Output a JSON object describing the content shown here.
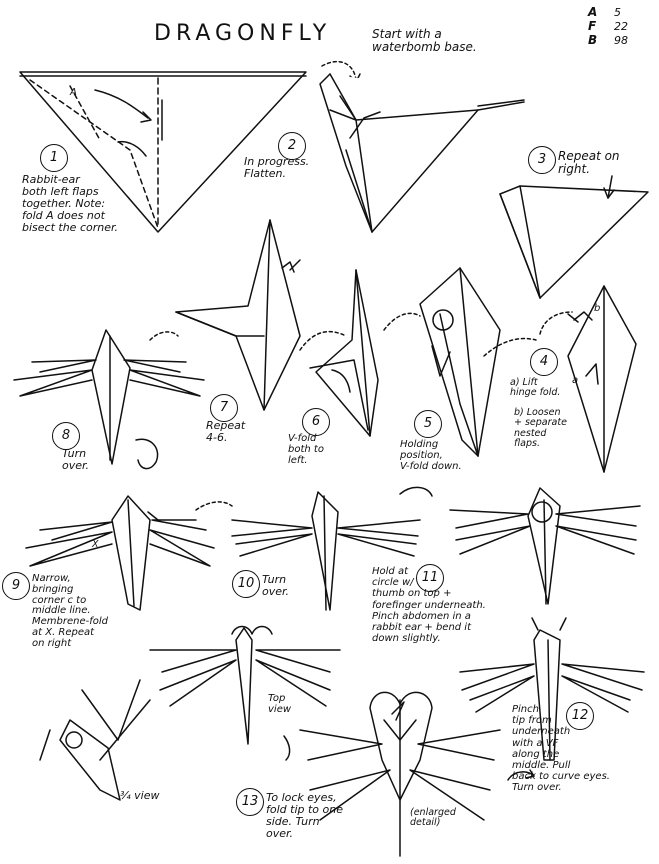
{
  "header": {
    "title": "DRAGONFLY",
    "subtitle": "Start with a\nwaterbomb base.",
    "signature_initials": "A\nF\nB",
    "signature_date": "5\n22\n98"
  },
  "steps": {
    "s1": {
      "number": "1",
      "text": "Rabbit-ear\nboth left flaps\ntogether. Note:\nfold A does not\nbisect the corner.",
      "label_a": "A"
    },
    "s2": {
      "number": "2",
      "text": "In progress.\nFlatten."
    },
    "s3": {
      "number": "3",
      "text": "Repeat on\nright."
    },
    "s4": {
      "number": "4",
      "text_a": "a) Lift\nhinge fold.",
      "text_b": "b) Loosen\n+ separate\nnested\nflaps.",
      "label_a": "a",
      "label_b": "b"
    },
    "s5": {
      "number": "5",
      "text": "Holding\nposition,\nV-fold down."
    },
    "s6": {
      "number": "6",
      "text": "V-fold\nboth to\nleft."
    },
    "s7": {
      "number": "7",
      "text": "Repeat\n4-6."
    },
    "s8": {
      "number": "8",
      "text": "Turn\nover."
    },
    "s9": {
      "number": "9",
      "text": "Narrow,\nbringing\ncorner c to\nmiddle line.\nMembrene-fold\nat X. Repeat\non right",
      "label_x": "X"
    },
    "s10": {
      "number": "10",
      "text": "Turn\nover."
    },
    "s11": {
      "number": "11",
      "text": "Hold at\ncircle w/\nthumb on top +\nforefinger underneath.\nPinch abdomen in a\nrabbit ear + bend it\ndown slightly."
    },
    "s12": {
      "number": "12",
      "text": "Pinch\ntip from\nunderneath\nwith a VF\nalong the\nmiddle. Pull\nback to curve eyes.\nTurn over."
    },
    "s13": {
      "number": "13",
      "text": "To lock eyes,\nfold tip to one\nside. Turn\nover."
    }
  },
  "labels": {
    "top_view": "Top\nview",
    "three_quarter_view": "¾ view",
    "enlarged_detail": "(enlarged\ndetail)"
  }
}
